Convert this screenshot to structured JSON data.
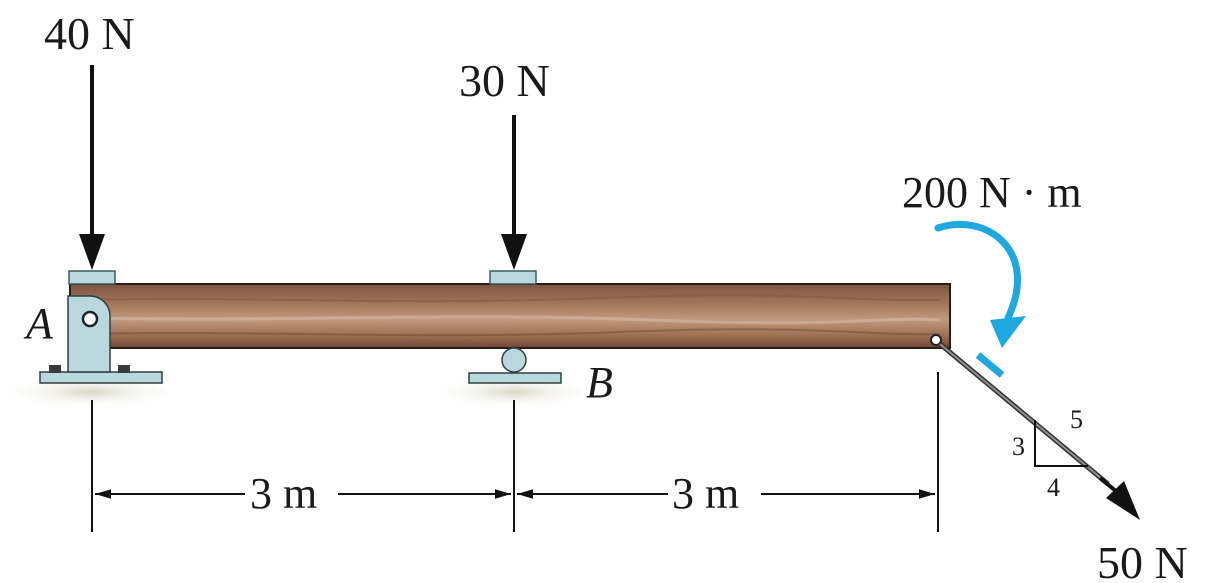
{
  "loads": {
    "force_a": "40 N",
    "force_mid": "30 N",
    "moment": "200 N · m",
    "cable_force": "50 N"
  },
  "supports": {
    "a_label": "A",
    "b_label": "B"
  },
  "dimensions": {
    "span_1": "3 m",
    "span_2": "3 m"
  },
  "slope": {
    "vertical": "3",
    "horizontal": "4",
    "hypotenuse": "5"
  },
  "colors": {
    "beam": "#9a6b4e",
    "support": "#b8d8de",
    "moment_arrow": "#1fa7e0",
    "ground": "#e8e6d6"
  }
}
